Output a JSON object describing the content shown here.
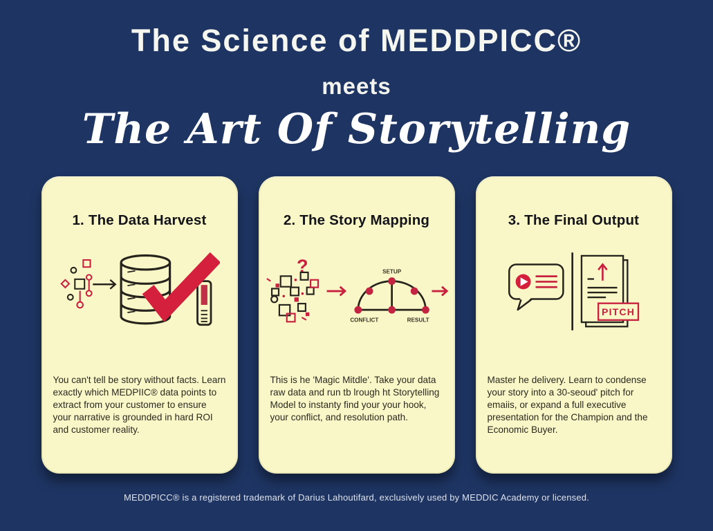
{
  "header": {
    "title": "The Science of MEDDPICC®",
    "subtitle": "meets",
    "script_title": "The Art Of Storytelling"
  },
  "cards": [
    {
      "title": "1. The Data Harvest",
      "body": "You can't tell be story without facts. Learn exactly which MEDPIIC® data points to extract from your customer to ensure your narrative is grounded in hard ROI and customer reality.",
      "icon": "database-checkmark-meter-icon"
    },
    {
      "title": "2. The Story Mapping",
      "body": "This is he 'Magic Mitdle'. Take your data raw data and run tb lrough ht Storytelling Model to instanty find your your hook, your conflict, and resolution path.",
      "icon": "story-arc-icon",
      "question_mark": "?",
      "arc_labels": {
        "top": "SETUP",
        "bottom_left": "CONFLICT",
        "bottom_right": "RESULT"
      }
    },
    {
      "title": "3. The Final Output",
      "body": "Master he delivery. Learn to condense your story into a 30-seoud' pitch for emaiis, or expand a full executive presentation for the Champion and the Economic Buyer.",
      "icon": "pitch-documents-icon",
      "badge": "PITCH"
    }
  ],
  "footer": {
    "text": "MEDDPICC® is a registered trademark of Darius Lahoutifard, exclusively used by MEDDIC Academy or licensed."
  },
  "colors": {
    "background_navy": "#1e3563",
    "card_cream": "#f9f7c8",
    "accent_red": "#c9203f",
    "check_red": "#d4203c",
    "icon_ink": "#26231d",
    "title_white": "#f6f6f0"
  }
}
